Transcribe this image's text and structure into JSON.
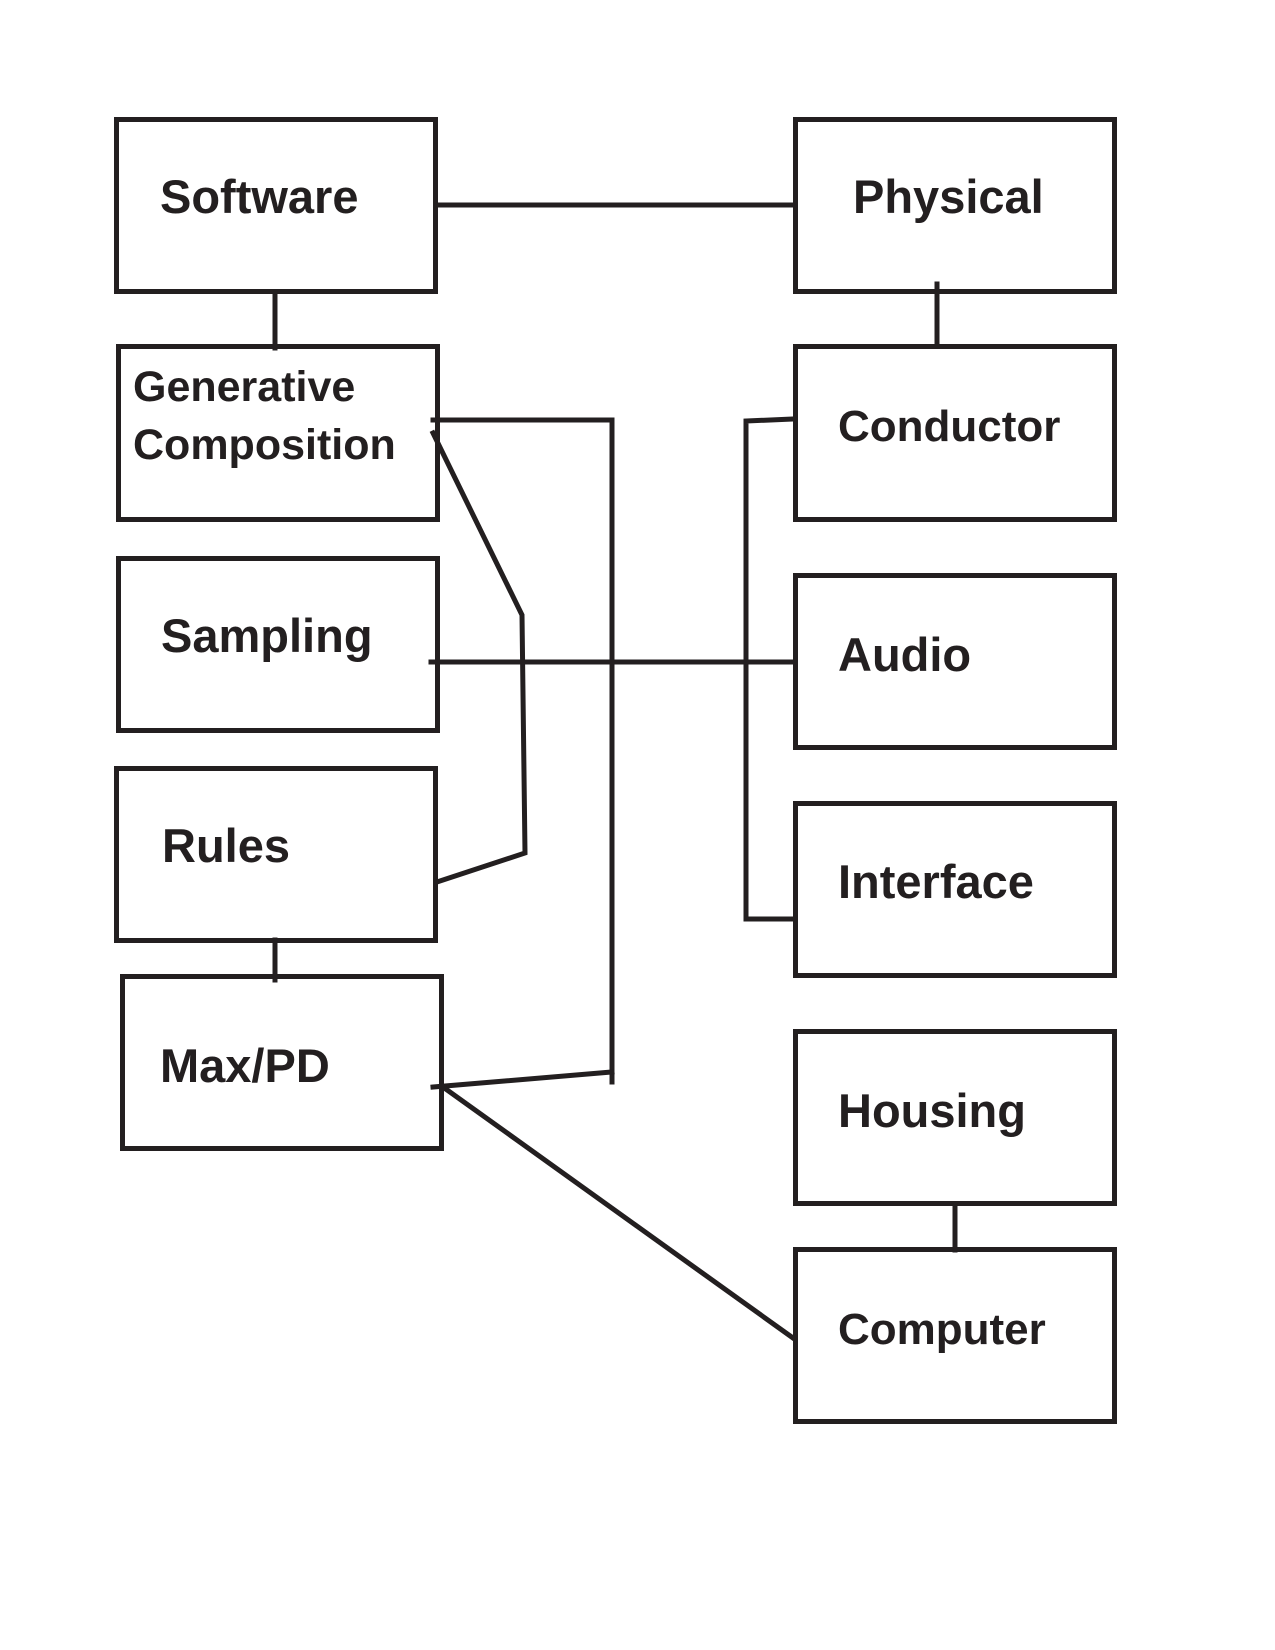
{
  "nodes": {
    "software": "Software",
    "generative_composition": "Generative\nComposition",
    "sampling": "Sampling",
    "rules": "Rules",
    "max_pd": "Max/PD",
    "physical": "Physical",
    "conductor": "Conductor",
    "audio": "Audio",
    "interface": "Interface",
    "housing": "Housing",
    "computer": "Computer"
  },
  "colors": {
    "ink": "#231f20",
    "background": "#ffffff"
  }
}
